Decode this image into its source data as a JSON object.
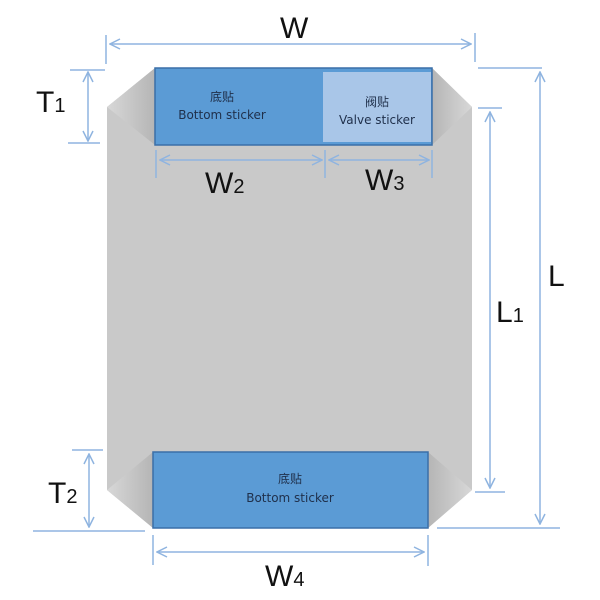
{
  "colors": {
    "bag": "#c9c9c9",
    "sticker": "#5b9bd5",
    "valve": "#a9c6e8",
    "dimension": "#8fb4e0"
  },
  "top_sticker": {
    "cn": "底贴",
    "en": "Bottom sticker"
  },
  "valve_sticker": {
    "cn": "阀贴",
    "en": "Valve sticker"
  },
  "bottom_sticker": {
    "cn": "底贴",
    "en": "Bottom sticker"
  },
  "labels": {
    "W": "W",
    "T1": {
      "main": "T",
      "sub": "1"
    },
    "W2": {
      "main": "W",
      "sub": "2"
    },
    "W3": {
      "main": "W",
      "sub": "3"
    },
    "L1": {
      "main": "L",
      "sub": "1"
    },
    "L": "L",
    "T2": {
      "main": "T",
      "sub": "2"
    },
    "W4": {
      "main": "W",
      "sub": "4"
    }
  }
}
